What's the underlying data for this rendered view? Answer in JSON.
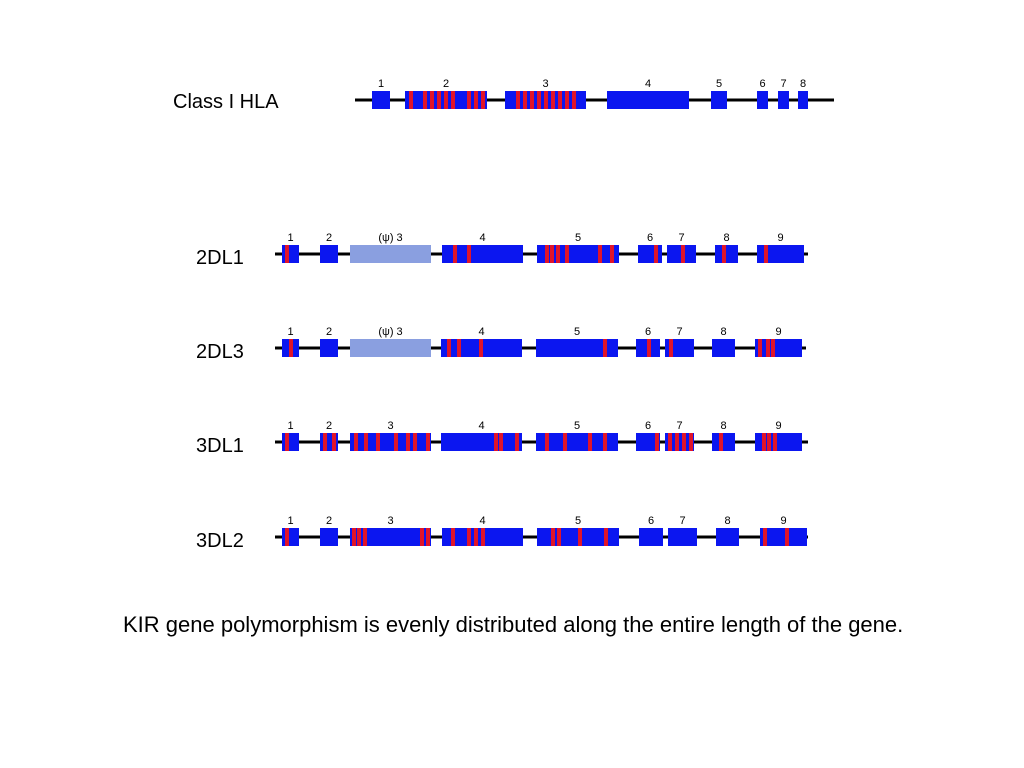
{
  "colors": {
    "exon": "#0b16f0",
    "pseudo_exon": "#8a9fe0",
    "polymorphism": "#e0142a",
    "intron_line": "#000000"
  },
  "genes": [
    {
      "label": "Class I HLA",
      "exons": [
        {
          "num": "1",
          "marks": 0
        },
        {
          "num": "2",
          "marks": 9
        },
        {
          "num": "3",
          "marks": 9
        },
        {
          "num": "4",
          "marks": 0
        },
        {
          "num": "5",
          "marks": 0
        },
        {
          "num": "6",
          "marks": 0
        },
        {
          "num": "7",
          "marks": 0
        },
        {
          "num": "8",
          "marks": 0
        }
      ]
    },
    {
      "label": "2DL1",
      "exons": [
        {
          "num": "1",
          "marks": 1
        },
        {
          "num": "2",
          "marks": 0
        },
        {
          "num": "(ψ) 3",
          "pseudo": true,
          "marks": 0
        },
        {
          "num": "4",
          "marks": 2
        },
        {
          "num": "5",
          "marks": 6
        },
        {
          "num": "6",
          "marks": 1
        },
        {
          "num": "7",
          "marks": 1
        },
        {
          "num": "8",
          "marks": 1
        },
        {
          "num": "9",
          "marks": 1
        }
      ]
    },
    {
      "label": "2DL3",
      "exons": [
        {
          "num": "1",
          "marks": 1
        },
        {
          "num": "2",
          "marks": 0
        },
        {
          "num": "(ψ) 3",
          "pseudo": true,
          "marks": 0
        },
        {
          "num": "4",
          "marks": 3
        },
        {
          "num": "5",
          "marks": 1
        },
        {
          "num": "6",
          "marks": 1
        },
        {
          "num": "7",
          "marks": 1
        },
        {
          "num": "8",
          "marks": 0
        },
        {
          "num": "9",
          "marks": 3
        }
      ]
    },
    {
      "label": "3DL1",
      "exons": [
        {
          "num": "1",
          "marks": 1
        },
        {
          "num": "2",
          "marks": 2
        },
        {
          "num": "3",
          "marks": 7
        },
        {
          "num": "4",
          "marks": 3
        },
        {
          "num": "5",
          "marks": 4
        },
        {
          "num": "6",
          "marks": 1
        },
        {
          "num": "7",
          "marks": 4
        },
        {
          "num": "8",
          "marks": 1
        },
        {
          "num": "9",
          "marks": 3
        }
      ]
    },
    {
      "label": "3DL2",
      "exons": [
        {
          "num": "1",
          "marks": 1
        },
        {
          "num": "2",
          "marks": 0
        },
        {
          "num": "3",
          "marks": 5
        },
        {
          "num": "4",
          "marks": 4
        },
        {
          "num": "5",
          "marks": 4
        },
        {
          "num": "6",
          "marks": 0
        },
        {
          "num": "7",
          "marks": 0
        },
        {
          "num": "8",
          "marks": 0
        },
        {
          "num": "9",
          "marks": 2
        }
      ]
    }
  ],
  "caption": "KIR gene polymorphism is evenly distributed along the entire length of the gene."
}
